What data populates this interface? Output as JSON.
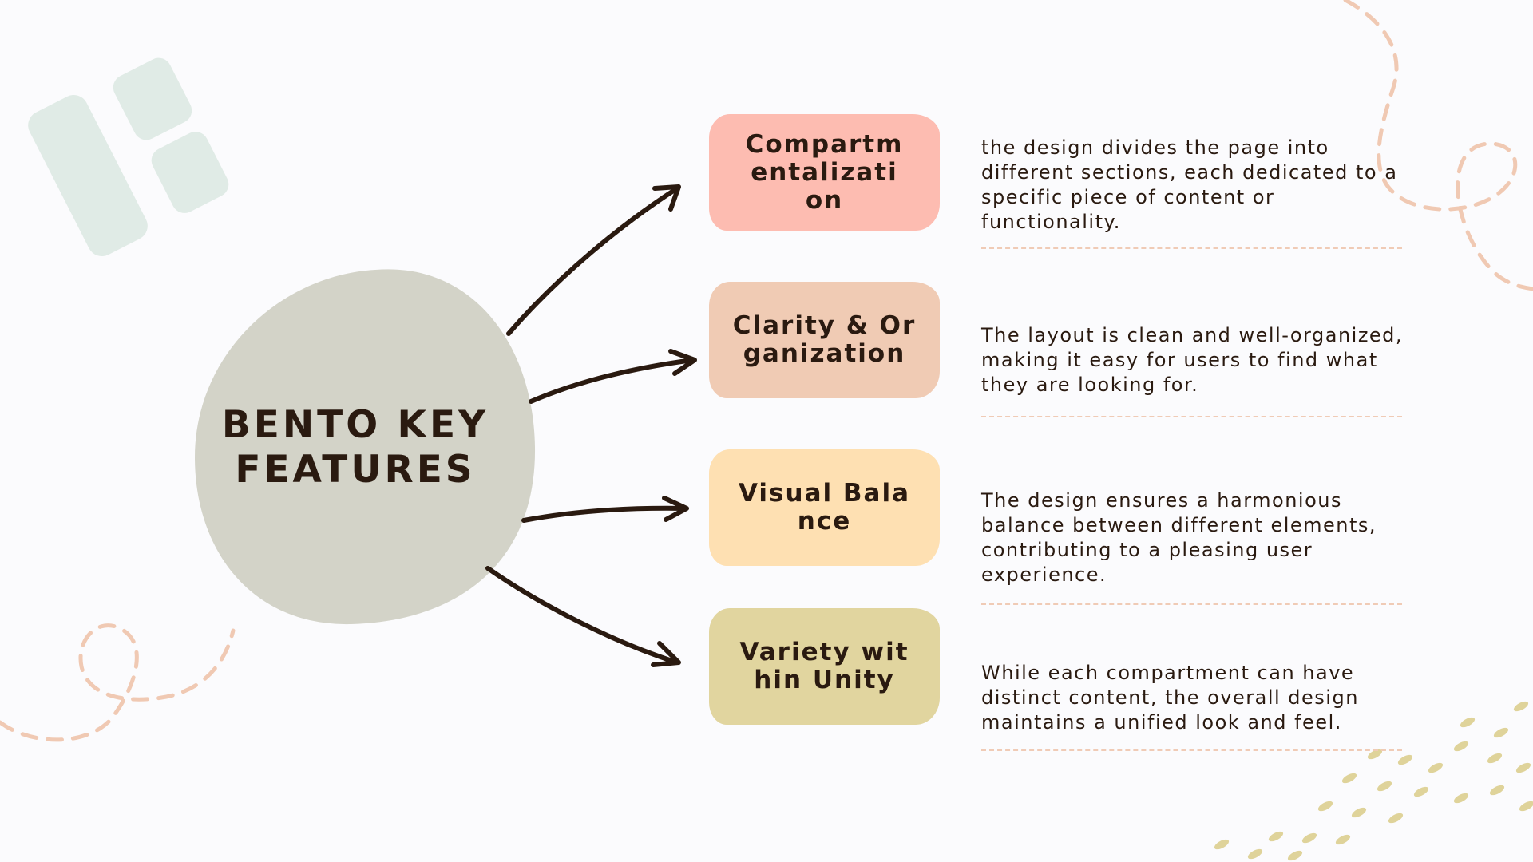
{
  "center": {
    "title_line1": "BENTO KEY",
    "title_line2": "FEATURES"
  },
  "features": [
    {
      "label": "Compartmentalization",
      "description": "the design divides the page into different sections, each dedicated to a specific piece of content or functionality."
    },
    {
      "label": "Clarity & Organization",
      "description": "The layout is clean and well-organized, making it easy for users to find what they are looking for."
    },
    {
      "label": "Visual Balance",
      "description": "The design ensures a harmonious balance between different elements, contributing to a pleasing user experience."
    },
    {
      "label": "Variety within Unity",
      "description": "While each compartment can have distinct content, the overall design maintains a unified look and feel."
    }
  ],
  "colors": {
    "background": "#fbfbfd",
    "center_blob": "#d3d3c8",
    "card_1": "#fdbcb1",
    "card_2": "#f0cbb4",
    "card_3": "#fee0b2",
    "card_4": "#e1d59f",
    "ink": "#2a1a10",
    "bento_icon": "#e0ebe6",
    "dashed_accent": "#f0c9b3",
    "dash_dots": "#dfd39a"
  },
  "icons": [
    "bento-grid-icon",
    "arrow-icon",
    "dashed-loop-decoration",
    "dash-dots-decoration"
  ]
}
